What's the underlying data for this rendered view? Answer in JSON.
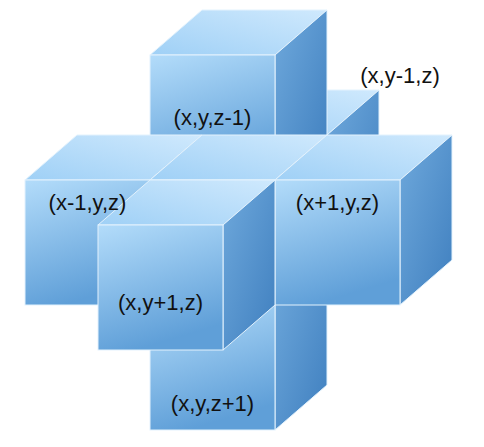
{
  "diagram": {
    "nodes": [
      {
        "text": [
          "(x,y-1,z)"
        ]
      },
      {
        "text": [
          "(x,y,z-1)"
        ]
      },
      {
        "text": [
          "(x-1,y,z)"
        ]
      },
      {
        "text": [
          "(x+1,y,z)"
        ]
      },
      {
        "text": [
          "(x,y+1,z)"
        ]
      },
      {
        "text": [
          "(x,y,z+1)"
        ]
      }
    ]
  }
}
